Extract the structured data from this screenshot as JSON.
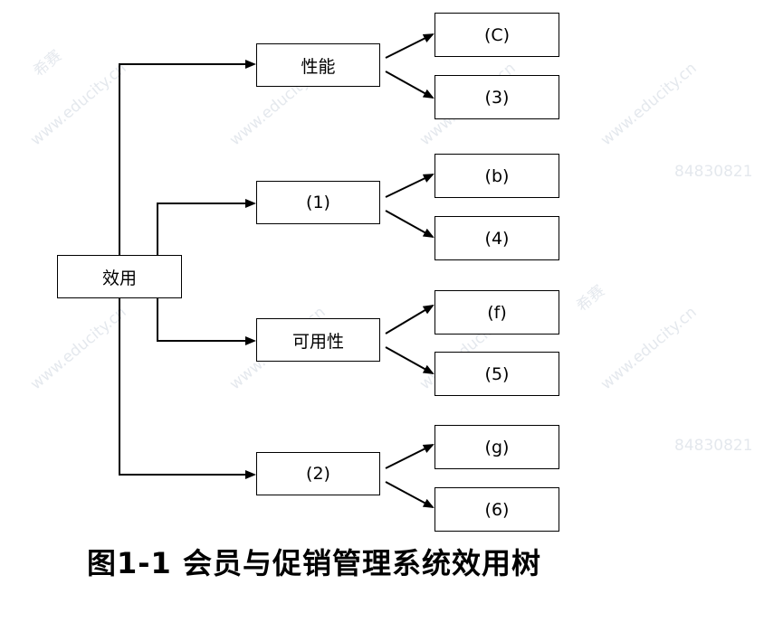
{
  "root": "效用",
  "branches": [
    {
      "label": "性能",
      "children": [
        "(C)",
        "(3)"
      ]
    },
    {
      "label": "(1)",
      "children": [
        "(b)",
        "(4)"
      ]
    },
    {
      "label": "可用性",
      "children": [
        "(f)",
        "(5)"
      ]
    },
    {
      "label": "(2)",
      "children": [
        "(g)",
        "(6)"
      ]
    }
  ],
  "caption": "图1-1 会员与促销管理系统效用树",
  "watermark": {
    "brand": "希赛",
    "site": "www.educity.cn",
    "number": "84830821"
  }
}
